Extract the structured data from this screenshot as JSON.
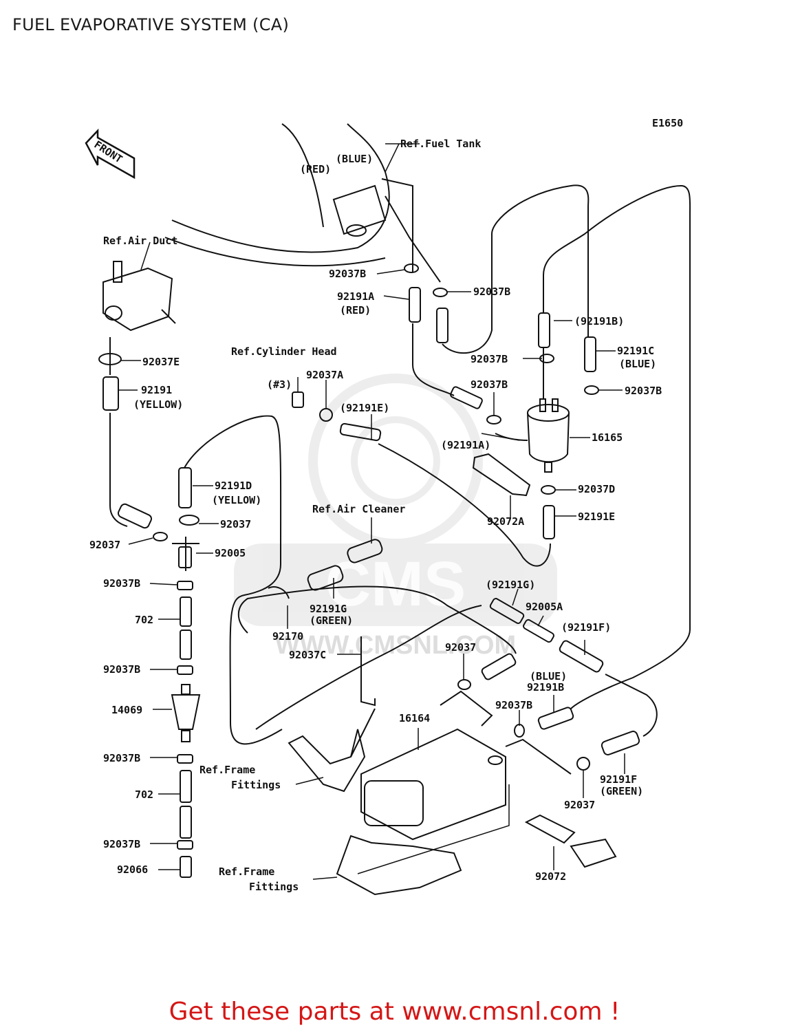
{
  "title": "FUEL EVAPORATIVE SYSTEM (CA)",
  "diagram_code": "E1650",
  "front_label": "FRONT",
  "watermark": {
    "brand": "CMS",
    "site": "WWW.CMSNL.COM"
  },
  "cta": "Get these parts at www.cmsnl.com !",
  "labels": {
    "ref_fuel_tank": "Ref.Fuel Tank",
    "red": "(RED)",
    "blue": "(BLUE)",
    "ref_air_duct": "Ref.Air Duct",
    "p92037B_a": "92037B",
    "p92191A": "92191A",
    "p92191A_color": "(RED)",
    "p92037B_b": "92037B",
    "p92191B_paren": "(92191B)",
    "p92191C": "92191C",
    "p92191C_color": "(BLUE)",
    "p92037B_c": "92037B",
    "p92037B_d": "92037B",
    "p92037E": "92037E",
    "p92191": "92191",
    "p92191_color": "(YELLOW)",
    "ref_cyl_head": "Ref.Cylinder Head",
    "hash3": "(#3)",
    "p92037A": "92037A",
    "p92191E_paren": "(92191E)",
    "p92037B_e": "92037B",
    "p92191A_paren": "(92191A)",
    "p16165": "16165",
    "p92037D": "92037D",
    "p92072A": "92072A",
    "p92191E": "92191E",
    "p92191D": "92191D",
    "p92191D_color": "(YELLOW)",
    "p92037_a": "92037",
    "ref_air_cleaner": "Ref.Air Cleaner",
    "p92037_b": "92037",
    "p92005": "92005",
    "p92037B_f": "92037B",
    "p92191G": "92191G",
    "p92191G_color": "(GREEN)",
    "p92191G_paren": "(92191G)",
    "p92005A": "92005A",
    "p92191F_paren": "(92191F)",
    "p702_a": "702",
    "p92170": "92170",
    "p92037C": "92037C",
    "p92037_c": "92037",
    "p92037B_g": "92037B",
    "p92191B_color": "(BLUE)",
    "p92191B": "92191B",
    "p14069": "14069",
    "p16164": "16164",
    "p92037B_h": "92037B",
    "p92037B_i": "92037B",
    "ref_frame_1": "Ref.Frame",
    "fittings_1": "Fittings",
    "p92191F": "92191F",
    "p92191F_color": "(GREEN)",
    "p702_b": "702",
    "p92037_d": "92037",
    "p92037B_j": "92037B",
    "p92066": "92066",
    "ref_frame_2": "Ref.Frame",
    "fittings_2": "Fittings",
    "p92072": "92072"
  }
}
